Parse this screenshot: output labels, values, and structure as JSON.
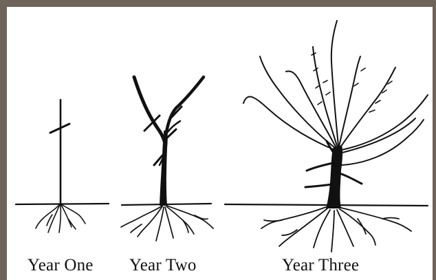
{
  "captions": {
    "year_one": "Year One",
    "year_two": "Year Two",
    "year_three": "Year Three"
  },
  "colors": {
    "border": "#6f6459",
    "ink": "#111111",
    "background": "#ffffff"
  }
}
